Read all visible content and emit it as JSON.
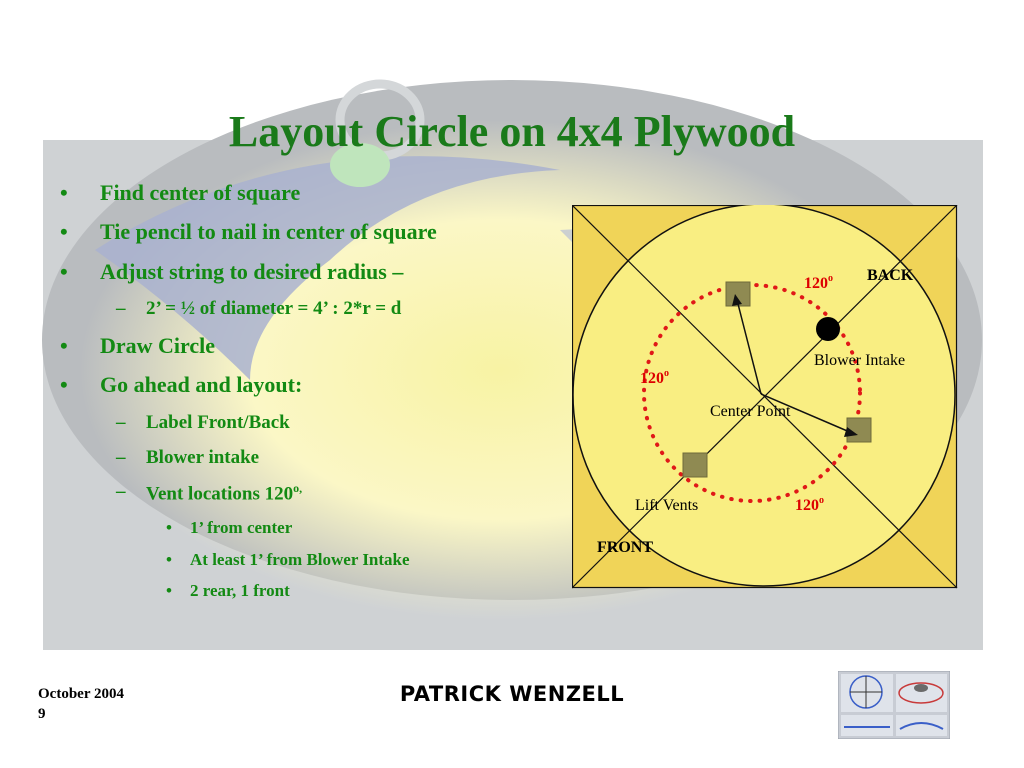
{
  "slide": {
    "title": "Layout Circle on 4x4 Plywood",
    "bullets": [
      {
        "text": "Find center of square"
      },
      {
        "text": "Tie pencil to nail in center of square"
      },
      {
        "text": "Adjust string to desired radius –"
      },
      {
        "text": "2’ = ½ of diameter = 4’ : 2*r = d"
      },
      {
        "text": "Draw Circle"
      },
      {
        "text": "Go ahead and layout:"
      },
      {
        "text": "Label Front/Back"
      },
      {
        "text": "Blower intake"
      },
      {
        "text": "Vent locations 120",
        "sup": "o,"
      },
      {
        "text": "1’ from center"
      },
      {
        "text": "At least 1’ from Blower Intake"
      },
      {
        "text": "2 rear, 1 front"
      }
    ]
  },
  "diagram": {
    "labels": {
      "back": "BACK",
      "front": "FRONT",
      "blower_intake": "Blower Intake",
      "center_point": "Center Point",
      "lift_vents": "Lift Vents",
      "angle": "120",
      "degree": "o"
    },
    "colors": {
      "panel_fill": "#f9ee82",
      "panel_corner": "#f0d458",
      "dotted_circle": "#e01818",
      "vent_square": "#8f8a52",
      "angle_text": "#dd0000",
      "title_green": "#1a7a1a"
    }
  },
  "footer": {
    "date": "October 2004",
    "page": "9",
    "author": "PATRICK WENZELL"
  }
}
